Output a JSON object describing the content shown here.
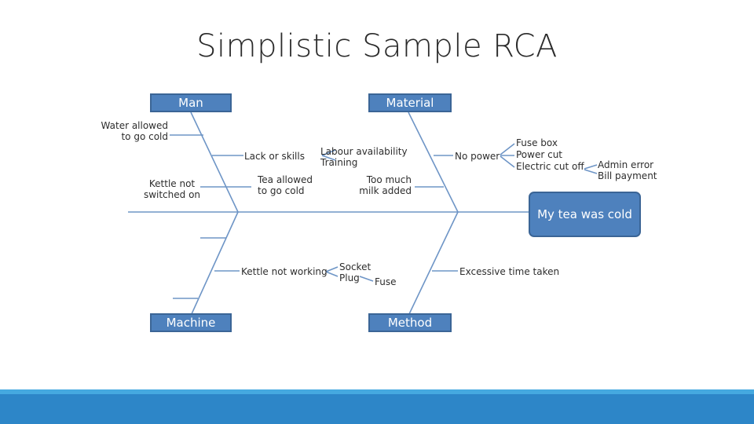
{
  "title": "Simplistic Sample RCA",
  "categories": {
    "man": "Man",
    "material": "Material",
    "machine": "Machine",
    "method": "Method"
  },
  "effect": "My tea was cold",
  "causes": {
    "water_allowed": [
      "Water allowed",
      "to go cold"
    ],
    "kettle_not_switched_on": [
      "Kettle not",
      "switched on"
    ],
    "lack_of_skills": "Lack or skills",
    "labour_training": [
      "Labour availability",
      "Training"
    ],
    "tea_allowed": [
      "Tea allowed",
      "to go cold"
    ],
    "too_much_milk": [
      "Too much",
      "milk added"
    ],
    "no_power": "No power",
    "power_subcauses": [
      "Fuse box",
      "Power cut",
      "Electric cut off"
    ],
    "electric_subcauses": [
      "Admin error",
      "Bill payment"
    ],
    "kettle_not_working": "Kettle not working",
    "socket_plug": [
      "Socket",
      "Plug"
    ],
    "fuse": "Fuse",
    "excessive_time": "Excessive time taken"
  },
  "colors": {
    "box_fill": "#4e81bd",
    "box_border": "#3b6596",
    "line": "#6e95c6",
    "footer": "#2d86c8",
    "footer_accent": "#45a9e0"
  }
}
